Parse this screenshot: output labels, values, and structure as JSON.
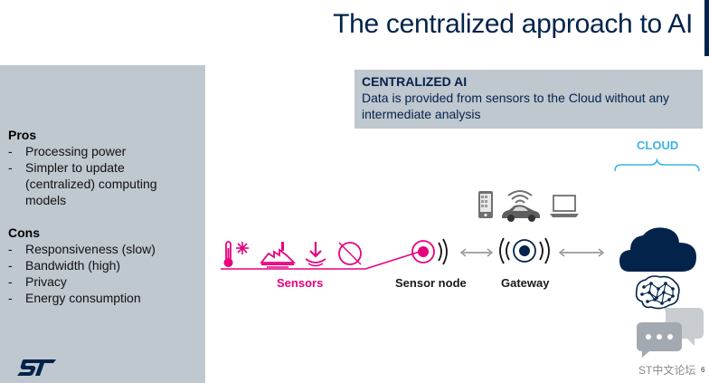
{
  "title": "The centralized approach to AI",
  "pros": {
    "heading": "Pros",
    "items": [
      "Processing power",
      "Simpler to update",
      "(centralized) computing",
      "models"
    ]
  },
  "cons": {
    "heading": "Cons",
    "items": [
      "Responsiveness (slow)",
      "Bandwidth (high)",
      "Privacy",
      "Energy consumption"
    ]
  },
  "centralized_box": {
    "title": "CENTRALIZED AI",
    "line1": "Data is provided from sensors to the Cloud without any",
    "line2": "intermediate analysis"
  },
  "cloud_label": "CLOUD",
  "diagram": {
    "sensors_label": "Sensors",
    "sensor_node_label": "Sensor node",
    "gateway_label": "Gateway"
  },
  "watermark": "ST中文论坛",
  "page_number": "6",
  "colors": {
    "navy": "#03234b",
    "magenta": "#e6007e",
    "light_blue": "#3cb4e6",
    "panel_gray": "#bfc7cf"
  },
  "icons": [
    "thermometer-snow-icon",
    "factory-icon",
    "download-arrow-icon",
    "compass-icon",
    "sensor-node-icon",
    "gateway-icon",
    "phone-icon",
    "wifi-icon",
    "car-icon",
    "laptop-icon",
    "cloud-icon",
    "brain-network-icon",
    "chat-bubbles-icon",
    "st-logo-icon"
  ]
}
